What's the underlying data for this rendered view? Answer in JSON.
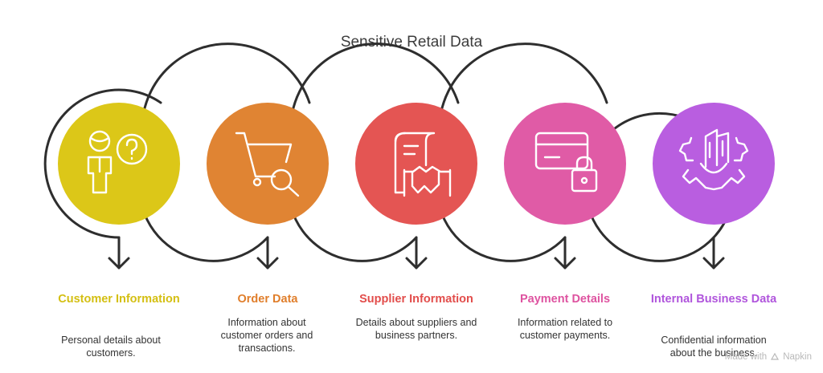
{
  "title": "Sensitive Retail Data",
  "steps": [
    {
      "label": "Customer Information",
      "desc": "Personal details about customers.",
      "color": "#DCC718",
      "icon": "person-question-icon"
    },
    {
      "label": "Order Data",
      "desc": "Information about customer orders and transactions.",
      "color": "#E08433",
      "icon": "cart-search-icon"
    },
    {
      "label": "Supplier Information",
      "desc": "Details about suppliers and business partners.",
      "color": "#E45553",
      "icon": "contract-handshake-icon"
    },
    {
      "label": "Payment Details",
      "desc": "Information related to customer payments.",
      "color": "#E05BA6",
      "icon": "card-lock-icon"
    },
    {
      "label": "Internal Business Data",
      "desc": "Confidential information about the business.",
      "color": "#B95EE0",
      "icon": "building-gear-icon"
    }
  ],
  "watermark": {
    "text": "Made with",
    "brand": "Napkin"
  }
}
